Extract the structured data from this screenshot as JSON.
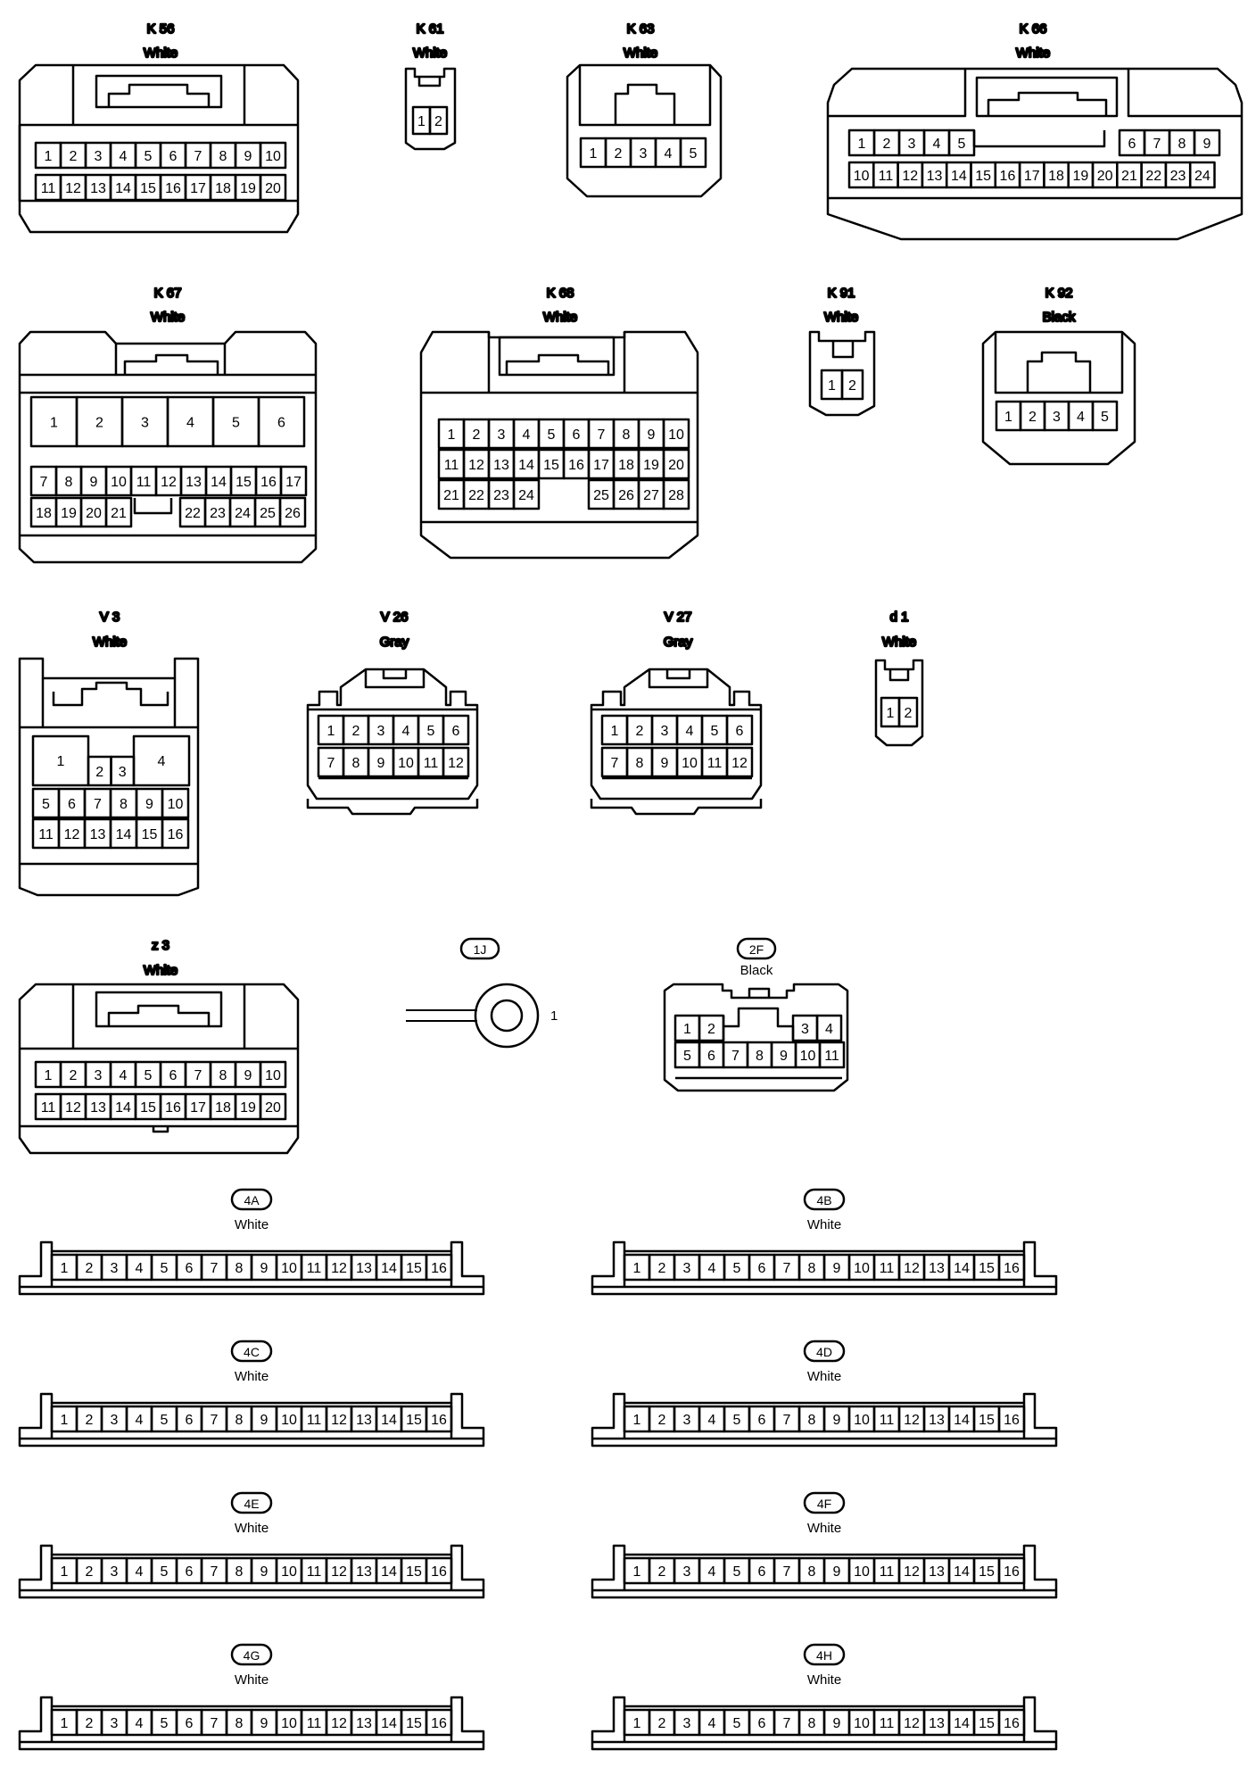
{
  "connectors": {
    "K56": {
      "name": "K 56",
      "color": "White",
      "pins_row1": [
        "1",
        "2",
        "3",
        "4",
        "5",
        "6",
        "7",
        "8",
        "9",
        "10"
      ],
      "pins_row2": [
        "11",
        "12",
        "13",
        "14",
        "15",
        "16",
        "17",
        "18",
        "19",
        "20"
      ]
    },
    "K61": {
      "name": "K 61",
      "color": "White",
      "pins": [
        "1",
        "2"
      ]
    },
    "K63": {
      "name": "K 63",
      "color": "White",
      "pins": [
        "1",
        "2",
        "3",
        "4",
        "5"
      ]
    },
    "K66": {
      "name": "K 66",
      "color": "White",
      "pins_row1_left": [
        "1",
        "2",
        "3",
        "4",
        "5"
      ],
      "pins_row1_right": [
        "6",
        "7",
        "8",
        "9"
      ],
      "pins_row2": [
        "10",
        "11",
        "12",
        "13",
        "14",
        "15",
        "16",
        "17",
        "18",
        "19",
        "20",
        "21",
        "22",
        "23",
        "24"
      ]
    },
    "K67": {
      "name": "K 67",
      "color": "White",
      "pins_large": [
        "1",
        "2",
        "3",
        "4",
        "5",
        "6"
      ],
      "pins_row2": [
        "7",
        "8",
        "9",
        "10",
        "11",
        "12",
        "13",
        "14",
        "15",
        "16",
        "17"
      ],
      "pins_row3_left": [
        "18",
        "19",
        "20",
        "21"
      ],
      "pins_row3_right": [
        "22",
        "23",
        "24",
        "25",
        "26"
      ]
    },
    "K68": {
      "name": "K 68",
      "color": "White",
      "pins_row1": [
        "1",
        "2",
        "3",
        "4",
        "5",
        "6",
        "7",
        "8",
        "9",
        "10"
      ],
      "pins_row2": [
        "11",
        "12",
        "13",
        "14",
        "15",
        "16",
        "17",
        "18",
        "19",
        "20"
      ],
      "pins_row3_left": [
        "21",
        "22",
        "23",
        "24"
      ],
      "pins_row3_right": [
        "25",
        "26",
        "27",
        "28"
      ]
    },
    "K91": {
      "name": "K 91",
      "color": "White",
      "pins": [
        "1",
        "2"
      ]
    },
    "K92": {
      "name": "K 92",
      "color": "Black",
      "pins": [
        "1",
        "2",
        "3",
        "4",
        "5"
      ]
    },
    "V3": {
      "name": "V 3",
      "color": "White",
      "pins_large": [
        "1",
        "4"
      ],
      "pins_small": [
        "2",
        "3"
      ],
      "pins_row2": [
        "5",
        "6",
        "7",
        "8",
        "9",
        "10"
      ],
      "pins_row3": [
        "11",
        "12",
        "13",
        "14",
        "15",
        "16"
      ]
    },
    "V26": {
      "name": "V 26",
      "color": "Gray",
      "pins_row1": [
        "1",
        "2",
        "3",
        "4",
        "5",
        "6"
      ],
      "pins_row2": [
        "7",
        "8",
        "9",
        "10",
        "11",
        "12"
      ]
    },
    "V27": {
      "name": "V 27",
      "color": "Gray",
      "pins_row1": [
        "1",
        "2",
        "3",
        "4",
        "5",
        "6"
      ],
      "pins_row2": [
        "7",
        "8",
        "9",
        "10",
        "11",
        "12"
      ]
    },
    "d1": {
      "name": "d 1",
      "color": "White",
      "pins": [
        "1",
        "2"
      ]
    },
    "z3": {
      "name": "z 3",
      "color": "White",
      "pins_row1": [
        "1",
        "2",
        "3",
        "4",
        "5",
        "6",
        "7",
        "8",
        "9",
        "10"
      ],
      "pins_row2": [
        "11",
        "12",
        "13",
        "14",
        "15",
        "16",
        "17",
        "18",
        "19",
        "20"
      ]
    },
    "J1": {
      "name": "1J",
      "pin": "1"
    },
    "F2": {
      "name": "2F",
      "color": "Black",
      "pins_row1_left": [
        "1",
        "2"
      ],
      "pins_row1_right": [
        "3",
        "4"
      ],
      "pins_row2": [
        "5",
        "6",
        "7",
        "8",
        "9",
        "10",
        "11"
      ]
    },
    "strips": [
      {
        "name": "4A",
        "color": "White",
        "pins": [
          "1",
          "2",
          "3",
          "4",
          "5",
          "6",
          "7",
          "8",
          "9",
          "10",
          "11",
          "12",
          "13",
          "14",
          "15",
          "16"
        ]
      },
      {
        "name": "4B",
        "color": "White",
        "pins": [
          "1",
          "2",
          "3",
          "4",
          "5",
          "6",
          "7",
          "8",
          "9",
          "10",
          "11",
          "12",
          "13",
          "14",
          "15",
          "16"
        ]
      },
      {
        "name": "4C",
        "color": "White",
        "pins": [
          "1",
          "2",
          "3",
          "4",
          "5",
          "6",
          "7",
          "8",
          "9",
          "10",
          "11",
          "12",
          "13",
          "14",
          "15",
          "16"
        ]
      },
      {
        "name": "4D",
        "color": "White",
        "pins": [
          "1",
          "2",
          "3",
          "4",
          "5",
          "6",
          "7",
          "8",
          "9",
          "10",
          "11",
          "12",
          "13",
          "14",
          "15",
          "16"
        ]
      },
      {
        "name": "4E",
        "color": "White",
        "pins": [
          "1",
          "2",
          "3",
          "4",
          "5",
          "6",
          "7",
          "8",
          "9",
          "10",
          "11",
          "12",
          "13",
          "14",
          "15",
          "16"
        ]
      },
      {
        "name": "4F",
        "color": "White",
        "pins": [
          "1",
          "2",
          "3",
          "4",
          "5",
          "6",
          "7",
          "8",
          "9",
          "10",
          "11",
          "12",
          "13",
          "14",
          "15",
          "16"
        ]
      },
      {
        "name": "4G",
        "color": "White",
        "pins": [
          "1",
          "2",
          "3",
          "4",
          "5",
          "6",
          "7",
          "8",
          "9",
          "10",
          "11",
          "12",
          "13",
          "14",
          "15",
          "16"
        ]
      },
      {
        "name": "4H",
        "color": "White",
        "pins": [
          "1",
          "2",
          "3",
          "4",
          "5",
          "6",
          "7",
          "8",
          "9",
          "10",
          "11",
          "12",
          "13",
          "14",
          "15",
          "16"
        ]
      }
    ]
  }
}
